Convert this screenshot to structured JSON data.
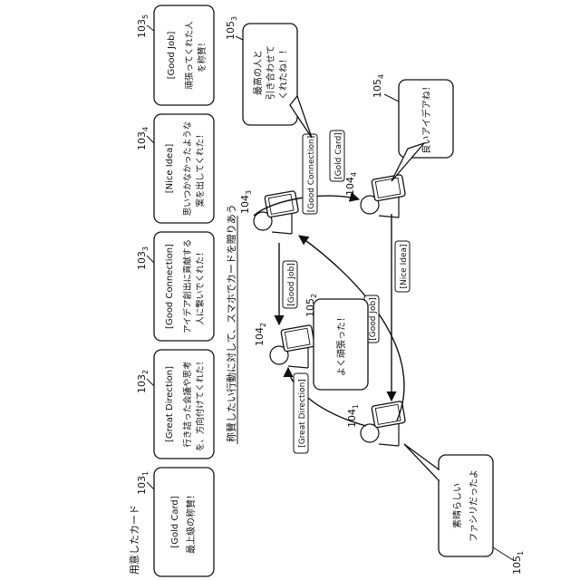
{
  "title": "用意したカード",
  "subtitle": "称賛したい行動に対して、スマホでカードを贈りあう",
  "cards": [
    {
      "ref": "103",
      "sub": "1",
      "name": "[Gold Card]",
      "line1": "最上級の称賛！",
      "line2": ""
    },
    {
      "ref": "103",
      "sub": "2",
      "name": "[Great Direction]",
      "line1": "行き詰った会議や思考",
      "line2": "を、方向付けてくれた！"
    },
    {
      "ref": "103",
      "sub": "3",
      "name": "[Good Connection]",
      "line1": "アイデア創出に貢献する",
      "line2": "人に繋いでくれた！"
    },
    {
      "ref": "103",
      "sub": "4",
      "name": "[Nice Idea]",
      "line1": "思いつかなかったような",
      "line2": "案を出してくれた！"
    },
    {
      "ref": "103",
      "sub": "5",
      "name": "[Good Job]",
      "line1": "頑張ってくれた人",
      "line2": "を称賛！"
    }
  ],
  "persons": [
    {
      "ref": "104",
      "sub": "1"
    },
    {
      "ref": "104",
      "sub": "2"
    },
    {
      "ref": "104",
      "sub": "3"
    },
    {
      "ref": "104",
      "sub": "4"
    }
  ],
  "bubbles": [
    {
      "ref": "105",
      "sub": "1",
      "line1": "素晴らしい",
      "line2": "ファシリだったよ"
    },
    {
      "ref": "105",
      "sub": "2",
      "line1": "よく頑張った！",
      "line2": ""
    },
    {
      "ref": "105",
      "sub": "3",
      "line1": "最高の人と",
      "line2": "引き合わせて",
      "line3": "くれたね！！"
    },
    {
      "ref": "105",
      "sub": "4",
      "line1": "良いアイデアね！",
      "line2": ""
    }
  ],
  "arrow_labels": {
    "great_direction": "[Great Direction]",
    "good_job_a": "[Good Job]",
    "good_job_b": "[Good Job]",
    "good_connection": "[Good Connection]",
    "gold_card": "[Gold Card]",
    "nice_idea": "[Nice Idea]"
  }
}
